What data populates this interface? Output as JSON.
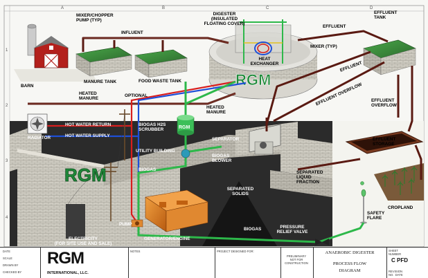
{
  "grid": {
    "columns": [
      "A",
      "B",
      "C",
      "D"
    ],
    "rows": [
      "1",
      "2",
      "3",
      "4"
    ]
  },
  "labels": {
    "barn": "BARN",
    "mixer_chopper_pump": "MIXER/CHOPPER\nPUMP (TYP)",
    "influent": "INFLUENT",
    "digester": "DIGESTER\n(INSULATED\nFLOATING COVER)",
    "effluent_top": "EFFLUENT",
    "effluent_tank": "EFFLUENT\nTANK",
    "mixer_typ": "MIXER (TYP)",
    "manure_tank": "MANURE TANK",
    "food_waste_tank": "FOOD WASTE TANK",
    "heat_exchanger": "HEAT\nEXCHANGER",
    "effluent_mid": "EFFLUENT",
    "effluent_overflow_diag": "EFFLUENT OVERFLOW",
    "heated_manure_left": "HEATED\nMANURE",
    "optional": "OPTIONAL",
    "effluent_overflow_right": "EFFLUENT\nOVERFLOW",
    "heated_manure_mid": "HEATED\nMANURE",
    "hot_water_return": "HOT WATER RETURN",
    "hot_water_supply": "HOT WATER SUPPLY",
    "radiator": "RADIATOR",
    "biogas_h2s_scrubber": "BIOGAS H2S\nSCRUBBER",
    "separator": "SEPARATOR",
    "effluent_storage": "EFFLUENT\nSTORAGE",
    "utility_building": "UTILITY BUILDING",
    "biogas_blower": "BIOGAS\nBLOWER",
    "biogas_left": "BIOGAS",
    "separated_liquid_fraction": "SEPARATED\nLIQUID\nFRACTION",
    "separated_solids": "SEPARATED\nSOLIDS",
    "cropland": "CROPLAND",
    "safety_flare": "SAFETY\nFLARE",
    "pump": "PUMP",
    "generator_engine": "GENERATOR/ENGINE",
    "biogas_bottom": "BIOGAS",
    "pressure_relief_valve": "PRESSURE\nRELIEF VALVE",
    "electricity": "ELECTRICITY\n(FOR SITE USE AND SALE)"
  },
  "brand": {
    "logo_text": "RGM",
    "company": "INTERNATIONAL, LLC."
  },
  "title_block": {
    "date_label": "DATE",
    "scale_label": "SCALE",
    "drawn_by_label": "DRAWN BY",
    "checked_by_label": "CHECKED BY",
    "notes_label": "NOTES",
    "project_label": "PROJECT DESIGNED FOR:",
    "preliminary": "PRELIMINARY\nNOT FOR\nCONSTRUCTION",
    "title_line1": "ANAEROBIC DIGESTER",
    "title_line2": "PROCESS FLOW",
    "title_line3": "DIAGRAM",
    "sheet_label": "SHEET\nNUMBER",
    "sheet_number": "C PFD",
    "revision_label": "REVISION\nNO.  DATE"
  },
  "colors": {
    "manure_pipe": "#5a1a12",
    "biogas_pipe": "#2db84a",
    "hot_water_supply": "#1e4fd8",
    "hot_water_return": "#d81e1e",
    "brick": "#c9c6bc",
    "dark_building": "#2a2a2a",
    "logo_green": "#1f8a3a"
  }
}
